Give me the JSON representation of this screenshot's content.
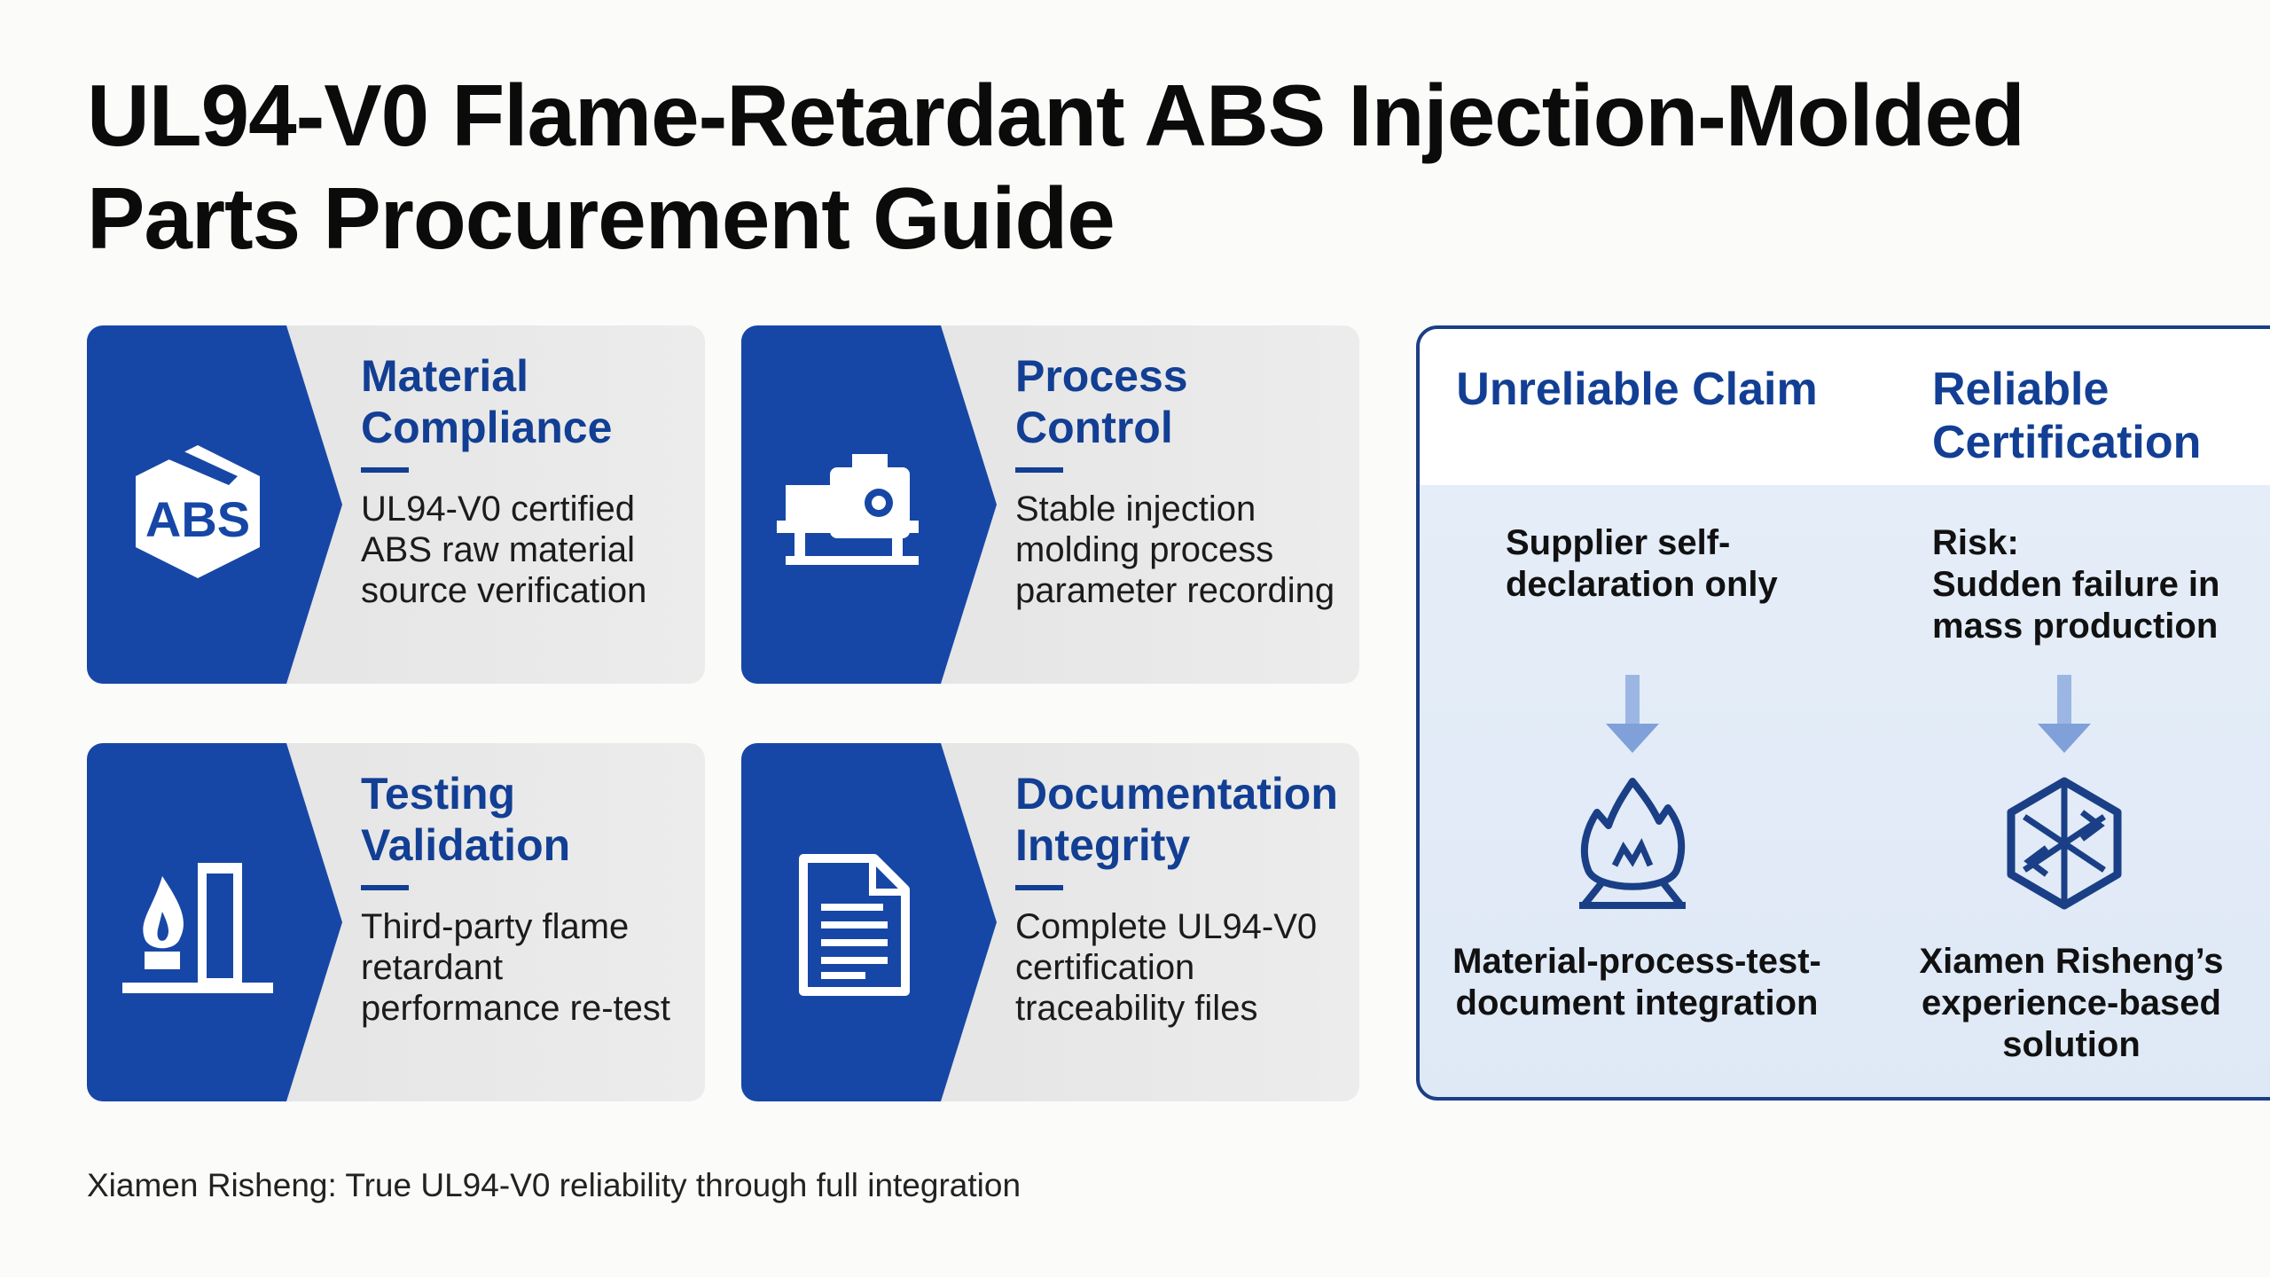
{
  "title": {
    "line1": "UL94-V0 Flame-Retardant ABS Injection-Molded",
    "line2": "Parts Procurement Guide"
  },
  "cards": [
    {
      "heading": "Material Compliance",
      "body": "UL94-V0 certified ABS raw material source verification",
      "icon": "abs-box-icon",
      "icon_text": "ABS"
    },
    {
      "heading": "Process Control",
      "body": "Stable injection molding process parameter recording",
      "icon": "injection-machine-icon"
    },
    {
      "heading": "Testing Validation",
      "body": "Third-party flame retardant performance re-test",
      "icon": "flame-test-icon"
    },
    {
      "heading": "Documentation Integrity",
      "body": "Complete UL94-V0 certification traceability files",
      "icon": "document-icon"
    }
  ],
  "comparison": {
    "left": {
      "heading": "Unreliable Claim",
      "risk": "Supplier self-declaration only",
      "result": "Material-process-test-document integration"
    },
    "right": {
      "heading": "Reliable Certification",
      "risk_label": "Risk:",
      "risk": "Sudden failure in mass production",
      "result": "Xiamen Risheng’s experience-based solution"
    }
  },
  "footer": "Xiamen Risheng: True UL94-V0 reliability through full integration",
  "colors": {
    "brand_blue": "#1747a6",
    "heading_blue": "#123f94"
  }
}
